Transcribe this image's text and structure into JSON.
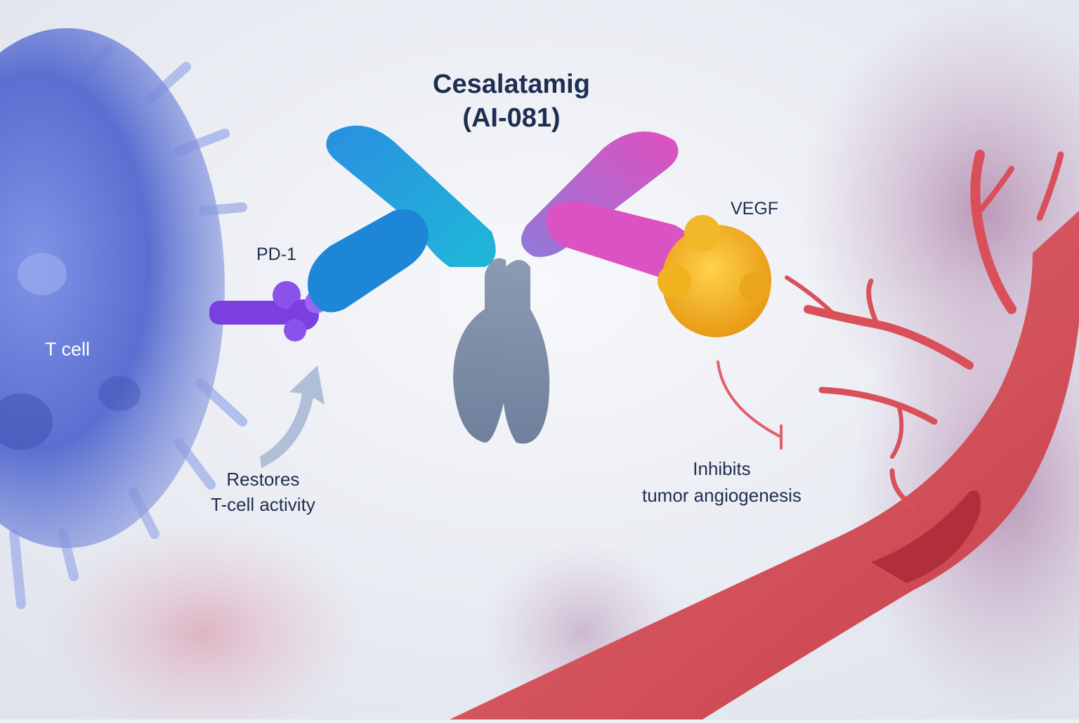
{
  "title": {
    "line1": "Cesalatamig",
    "line2": "(AI-081)"
  },
  "labels": {
    "t_cell": "T cell",
    "pd1": "PD-1",
    "vegf": "VEGF",
    "restores_line1": "Restores",
    "restores_line2": "T-cell activity",
    "inhibits_line1": "Inhibits",
    "inhibits_line2": "tumor angiogenesis"
  },
  "colors": {
    "title_text": "#1d2e52",
    "label_text": "#1f2f4d",
    "t_cell": "#5a6fd0",
    "pd1_receptor": "#7b3fe0",
    "antibody_left_arm": "#1f8fd8",
    "antibody_right_arm": "#d94fc0",
    "antibody_fc": "#7d8ea8",
    "vegf": "#f0b21e",
    "blood_vessel": "#d9505a",
    "inhibit_marker": "#e0606a",
    "activity_arrow": "#a9b9d4"
  },
  "icons": {
    "activation_arrow": "curved-up-arrow-icon",
    "inhibition_marker": "inhibition-t-bar-icon"
  }
}
